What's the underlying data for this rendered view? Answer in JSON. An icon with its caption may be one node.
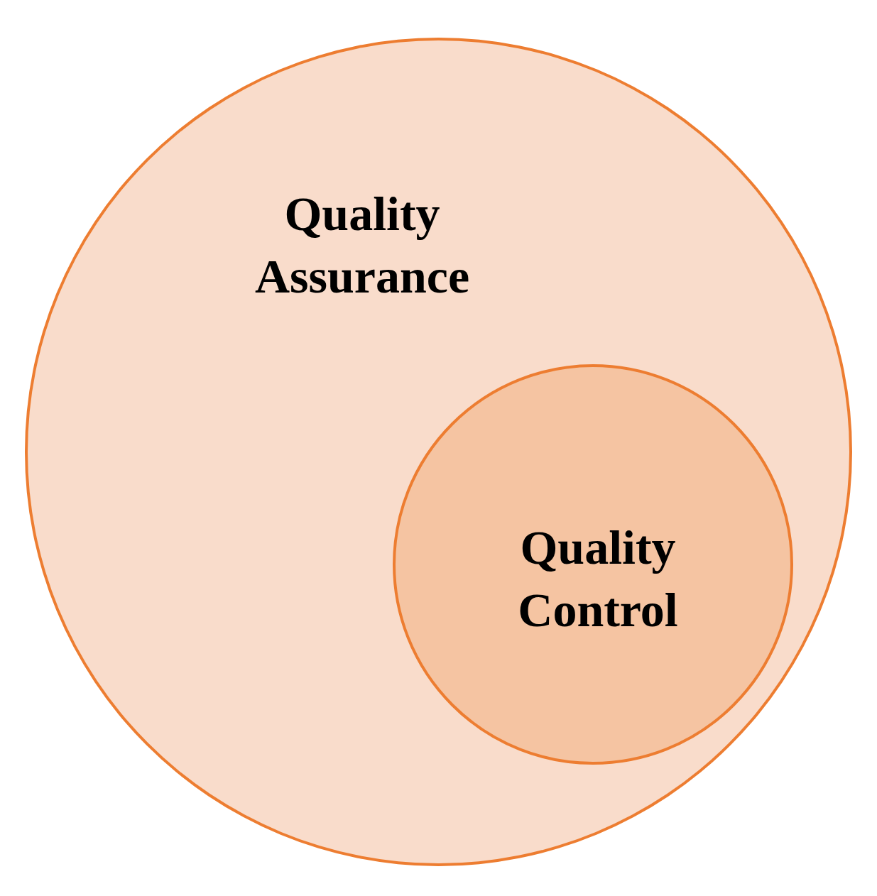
{
  "diagram": {
    "nodes": [
      {
        "text": [
          "Quality Assurance"
        ]
      },
      {
        "text": [
          "Quality Control"
        ],
        "in": 0
      }
    ]
  }
}
